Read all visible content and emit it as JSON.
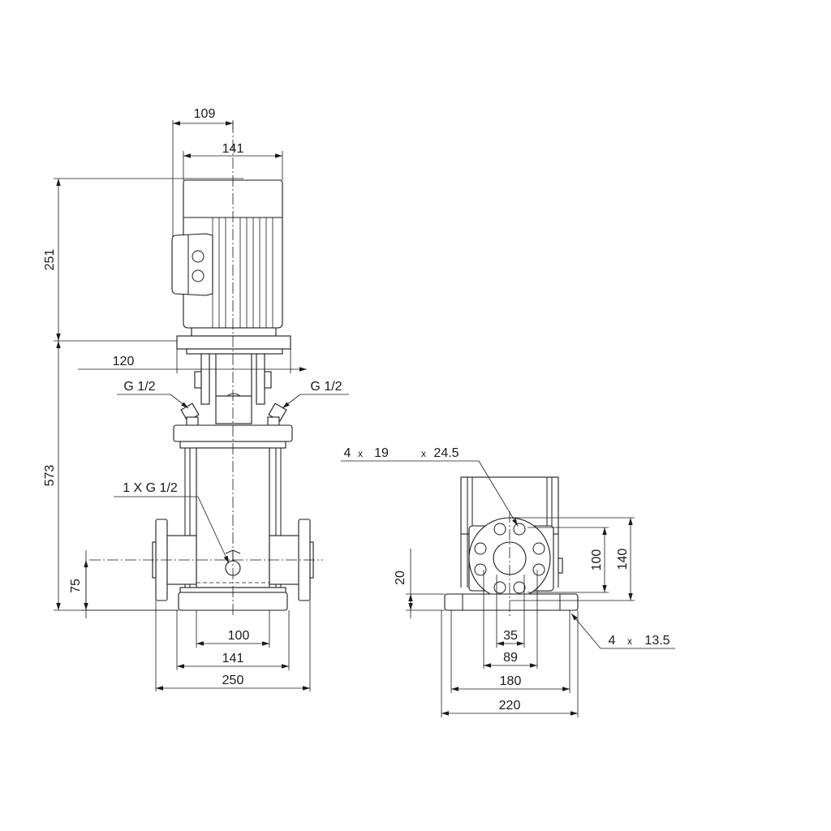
{
  "front_view": {
    "dims": {
      "motor_depth": "109",
      "motor_width": "141",
      "motor_height": "251",
      "pump_height": "573",
      "coupling_width": "120",
      "inlet_height": "75",
      "base_inner": "100",
      "base_width": "141",
      "flange_span": "250"
    },
    "labels": {
      "vent_left": "G 1/2",
      "vent_right": "G 1/2",
      "drain": "1 X G 1/2"
    }
  },
  "side_view": {
    "dims": {
      "bolt_count": "4",
      "bolt_mult": "x",
      "bolt_hole": "19",
      "bolt_mult2": "x",
      "pcd": "24.5",
      "flange_inner": "100",
      "flange_outer": "140",
      "base_thickness": "20",
      "bore_35": "35",
      "bore_89": "89",
      "base_180": "180",
      "base_220": "220",
      "foot_count": "4",
      "foot_mult": "x",
      "foot_hole": "13.5"
    }
  }
}
